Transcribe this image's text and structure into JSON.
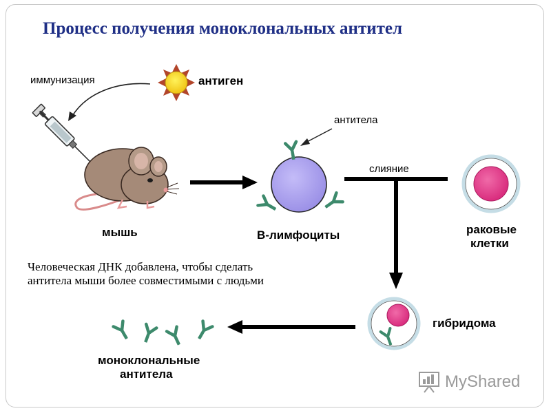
{
  "title": "Процесс получения моноклональных антител",
  "labels": {
    "immunization": "иммунизация",
    "antigen": "антиген",
    "antibodies": "антитела",
    "mouse": "мышь",
    "b_lymphocytes": "В-лимфоциты",
    "fusion": "слияние",
    "cancer_cells_line1": "раковые",
    "cancer_cells_line2": "клетки",
    "hybridoma": "гибридома",
    "human_dna_line1": "Человеческая ДНК добавлена, чтобы сделать",
    "human_dna_line2": "антитела мыши более совместимыми с людьми",
    "monoclonal_line1": "моноклональные",
    "monoclonal_line2": "антитела"
  },
  "watermark": {
    "text": "MyShared",
    "icon": "presentation-board-icon"
  },
  "colors": {
    "title": "#1f2f86",
    "antigen": "#f5d21a",
    "antigen_spikes": "#b2452a",
    "b_cell": "#a89ef0",
    "antibody": "#3d8a6c",
    "cancer_nucleus": "#e23a8a",
    "cell_halo": "#cfe6ee"
  }
}
